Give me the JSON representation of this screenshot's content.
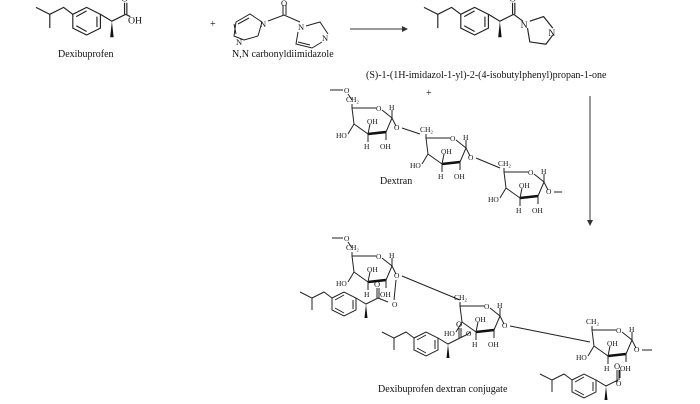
{
  "labels": {
    "dexibuprofen": "Dexibuprofen",
    "cdi": "N,N carbonyldiimidazole",
    "intermediate": "(S)-1-(1H-imidazol-1-yl)-2-(4-isobutylphenyl)propan-1-one",
    "dextran": "Dextran",
    "conjugate": "Dexibuprofen dextran conjugate"
  },
  "symbols": {
    "plus": "+"
  },
  "atoms": {
    "O": "O",
    "OH": "OH",
    "HO": "HO",
    "H": "H",
    "N": "N",
    "CH2": "CH₂"
  }
}
